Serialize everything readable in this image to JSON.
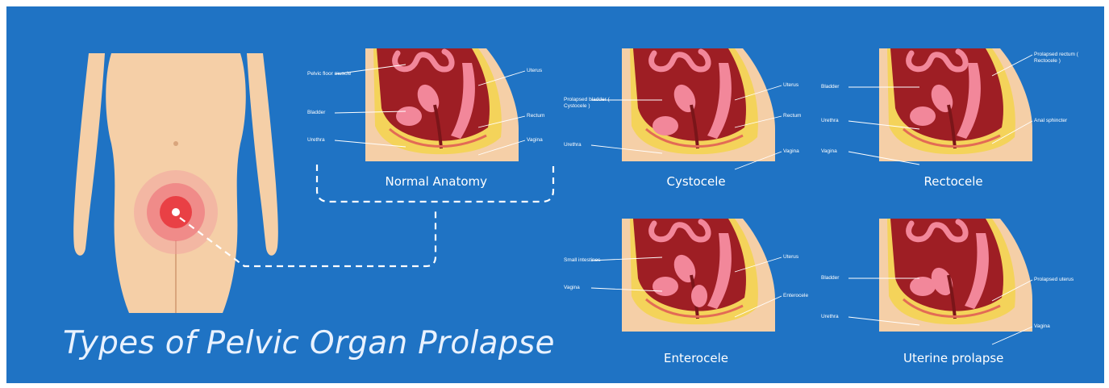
{
  "title": "Types of Pelvic Organ Prolapse",
  "colors": {
    "background": "#1f73c4",
    "skin": "#f5cfa7",
    "tissue_dark": "#9e1e24",
    "organ_pink": "#f2879a",
    "fat_yellow": "#f4d35a",
    "pain_red": "#e8323a"
  },
  "panels": [
    {
      "caption": "Normal Anatomy",
      "labels": {
        "pelvic_floor": "Pelvic floor muscle",
        "bladder": "Bladder",
        "urethra": "Urethra",
        "uterus": "Uterus",
        "rectum": "Rectum",
        "vagina": "Vagina"
      }
    },
    {
      "caption": "Cystocele",
      "labels": {
        "prolapsed_bladder": "Prolapsed bladder ( Cystocele )",
        "urethra": "Urethra",
        "uterus": "Uterus",
        "rectum": "Rectum",
        "vagina": "Vagina"
      }
    },
    {
      "caption": "Rectocele",
      "labels": {
        "bladder": "Bladder",
        "urethra": "Urethra",
        "vagina": "Vagina",
        "prolapsed_rectum": "Prolapsed rectum ( Rectocele )",
        "anal_sphincter": "Anal sphincter"
      }
    },
    {
      "caption": "Enterocele",
      "labels": {
        "small_intestines": "Small intestines",
        "vagina": "Vagina",
        "uterus": "Uterus",
        "enterocele": "Enterocele"
      }
    },
    {
      "caption": "Uterine prolapse",
      "labels": {
        "bladder": "Bladder",
        "urethra": "Urethra",
        "prolapsed_uterus": "Prolapsed uterus",
        "vagina": "Vagina"
      }
    }
  ]
}
